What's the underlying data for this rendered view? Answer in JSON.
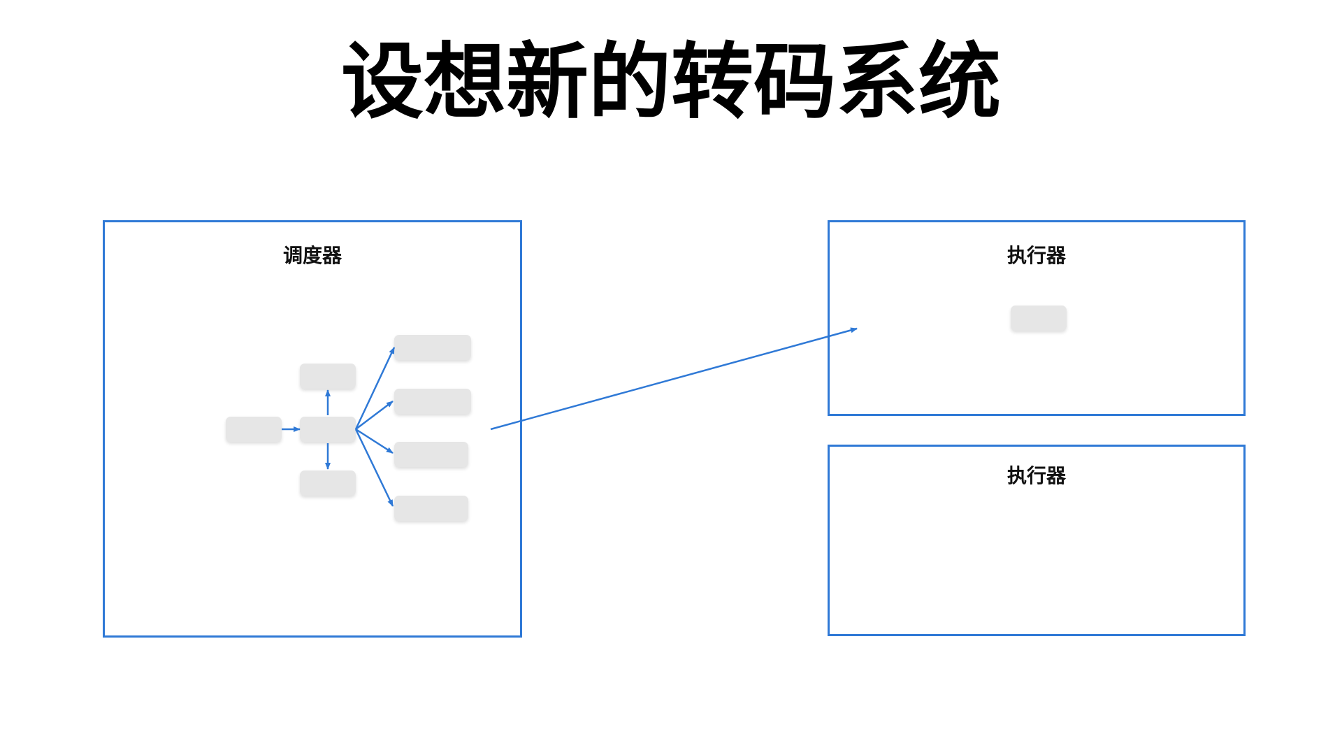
{
  "slide": {
    "title": "设想新的转码系统"
  },
  "scheduler": {
    "label": "调度器"
  },
  "executors": [
    {
      "label": "执行器"
    },
    {
      "label": "执行器"
    }
  ],
  "colors": {
    "accent": "#2f79d6",
    "node_fill": "#e6e6e6",
    "text": "#000000"
  }
}
